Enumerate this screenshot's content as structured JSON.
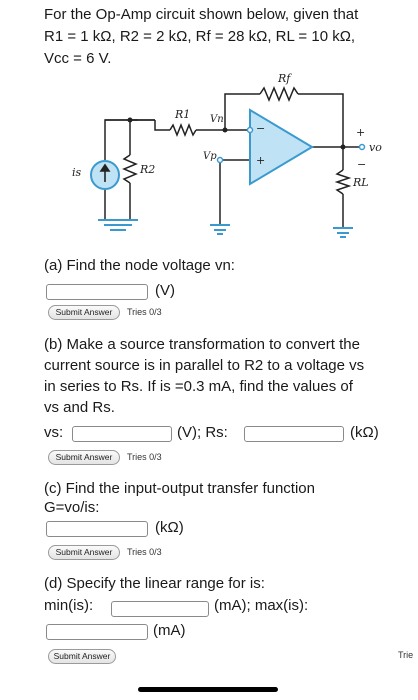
{
  "problem": {
    "intro_line1": "For the Op-Amp circuit shown below, given that",
    "intro_line2": "R1 = 1 kΩ, R2 = 2 kΩ, Rf = 28 kΩ, RL = 10 kΩ,",
    "intro_line3": "Vcc = 6 V."
  },
  "circuit": {
    "labels": {
      "rf": "Rf",
      "r1": "R1",
      "vn": "Vn",
      "vp": "Vp",
      "r2": "R2",
      "rl": "RL",
      "is": "is",
      "vo": "vo",
      "plus_out": "+",
      "minus_out": "−",
      "minus_in": "−",
      "plus_in": "+"
    }
  },
  "part_a": {
    "question": "(a) Find the node voltage vn:",
    "unit": "(V)",
    "input_value": "",
    "submit_label": "Submit Answer",
    "tries": "Tries 0/3"
  },
  "part_b": {
    "q_line1": "(b) Make a source transformation to convert the",
    "q_line2": "current source is in parallel to R2 to a voltage vs",
    "q_line3": "in series to Rs. If is =0.3 mA, find the values of",
    "q_line4": "vs and Rs.",
    "vs_label": "vs:",
    "vs_unit": "(V); Rs:",
    "rs_unit": "(kΩ)",
    "vs_value": "",
    "rs_value": "",
    "submit_label": "Submit Answer",
    "tries": "Tries 0/3"
  },
  "part_c": {
    "q_line1": "(c) Find the input-output transfer function",
    "q_line2": "G=vo/is:",
    "unit": "(kΩ)",
    "input_value": "",
    "submit_label": "Submit Answer",
    "tries": "Tries 0/3"
  },
  "part_d": {
    "q_line1": "(d) Specify the linear range for is:",
    "min_label": "min(is):",
    "min_unit": "(mA); max(is):",
    "max_unit": "(mA)",
    "min_value": "",
    "max_value": "",
    "submit_label": "Submit Answer",
    "tries_truncated": "Trie"
  },
  "colors": {
    "opamp_fill": "#bfe2f4",
    "opamp_stroke": "#3a9ad0",
    "wire": "#222222"
  }
}
